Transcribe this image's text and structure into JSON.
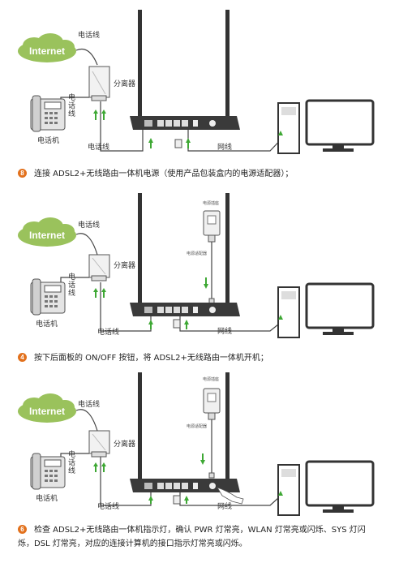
{
  "labels": {
    "internet": "Internet",
    "phone_line": "电话线",
    "splitter": "分离器",
    "phone_line_vertical": [
      "电",
      "话",
      "线"
    ],
    "telephone": "电话机",
    "network_cable": "网线",
    "power_socket": "电源插座",
    "power_adapter": "电源适配器"
  },
  "steps": [
    {
      "number": "8",
      "text": "连接 ADSL2+无线路由一体机电源（使用产品包装盒内的电源适配器）；"
    },
    {
      "number": "4",
      "text": "按下后面板的 ON/OFF 按钮，将 ADSL2+无线路由一体机开机；"
    },
    {
      "number": "6",
      "text": "检查 ADSL2+无线路由一体机指示灯，确认 PWR 灯常亮，WLAN 灯常亮或闪烁、SYS 灯闪",
      "text_cont": "烁，DSL 灯常亮，对应的连接计算机的接口指示灯常亮或闪烁。"
    }
  ],
  "colors": {
    "internet_cloud": "#9ac25c",
    "arrow": "#3ea834",
    "step_badge": "#e2711d"
  }
}
